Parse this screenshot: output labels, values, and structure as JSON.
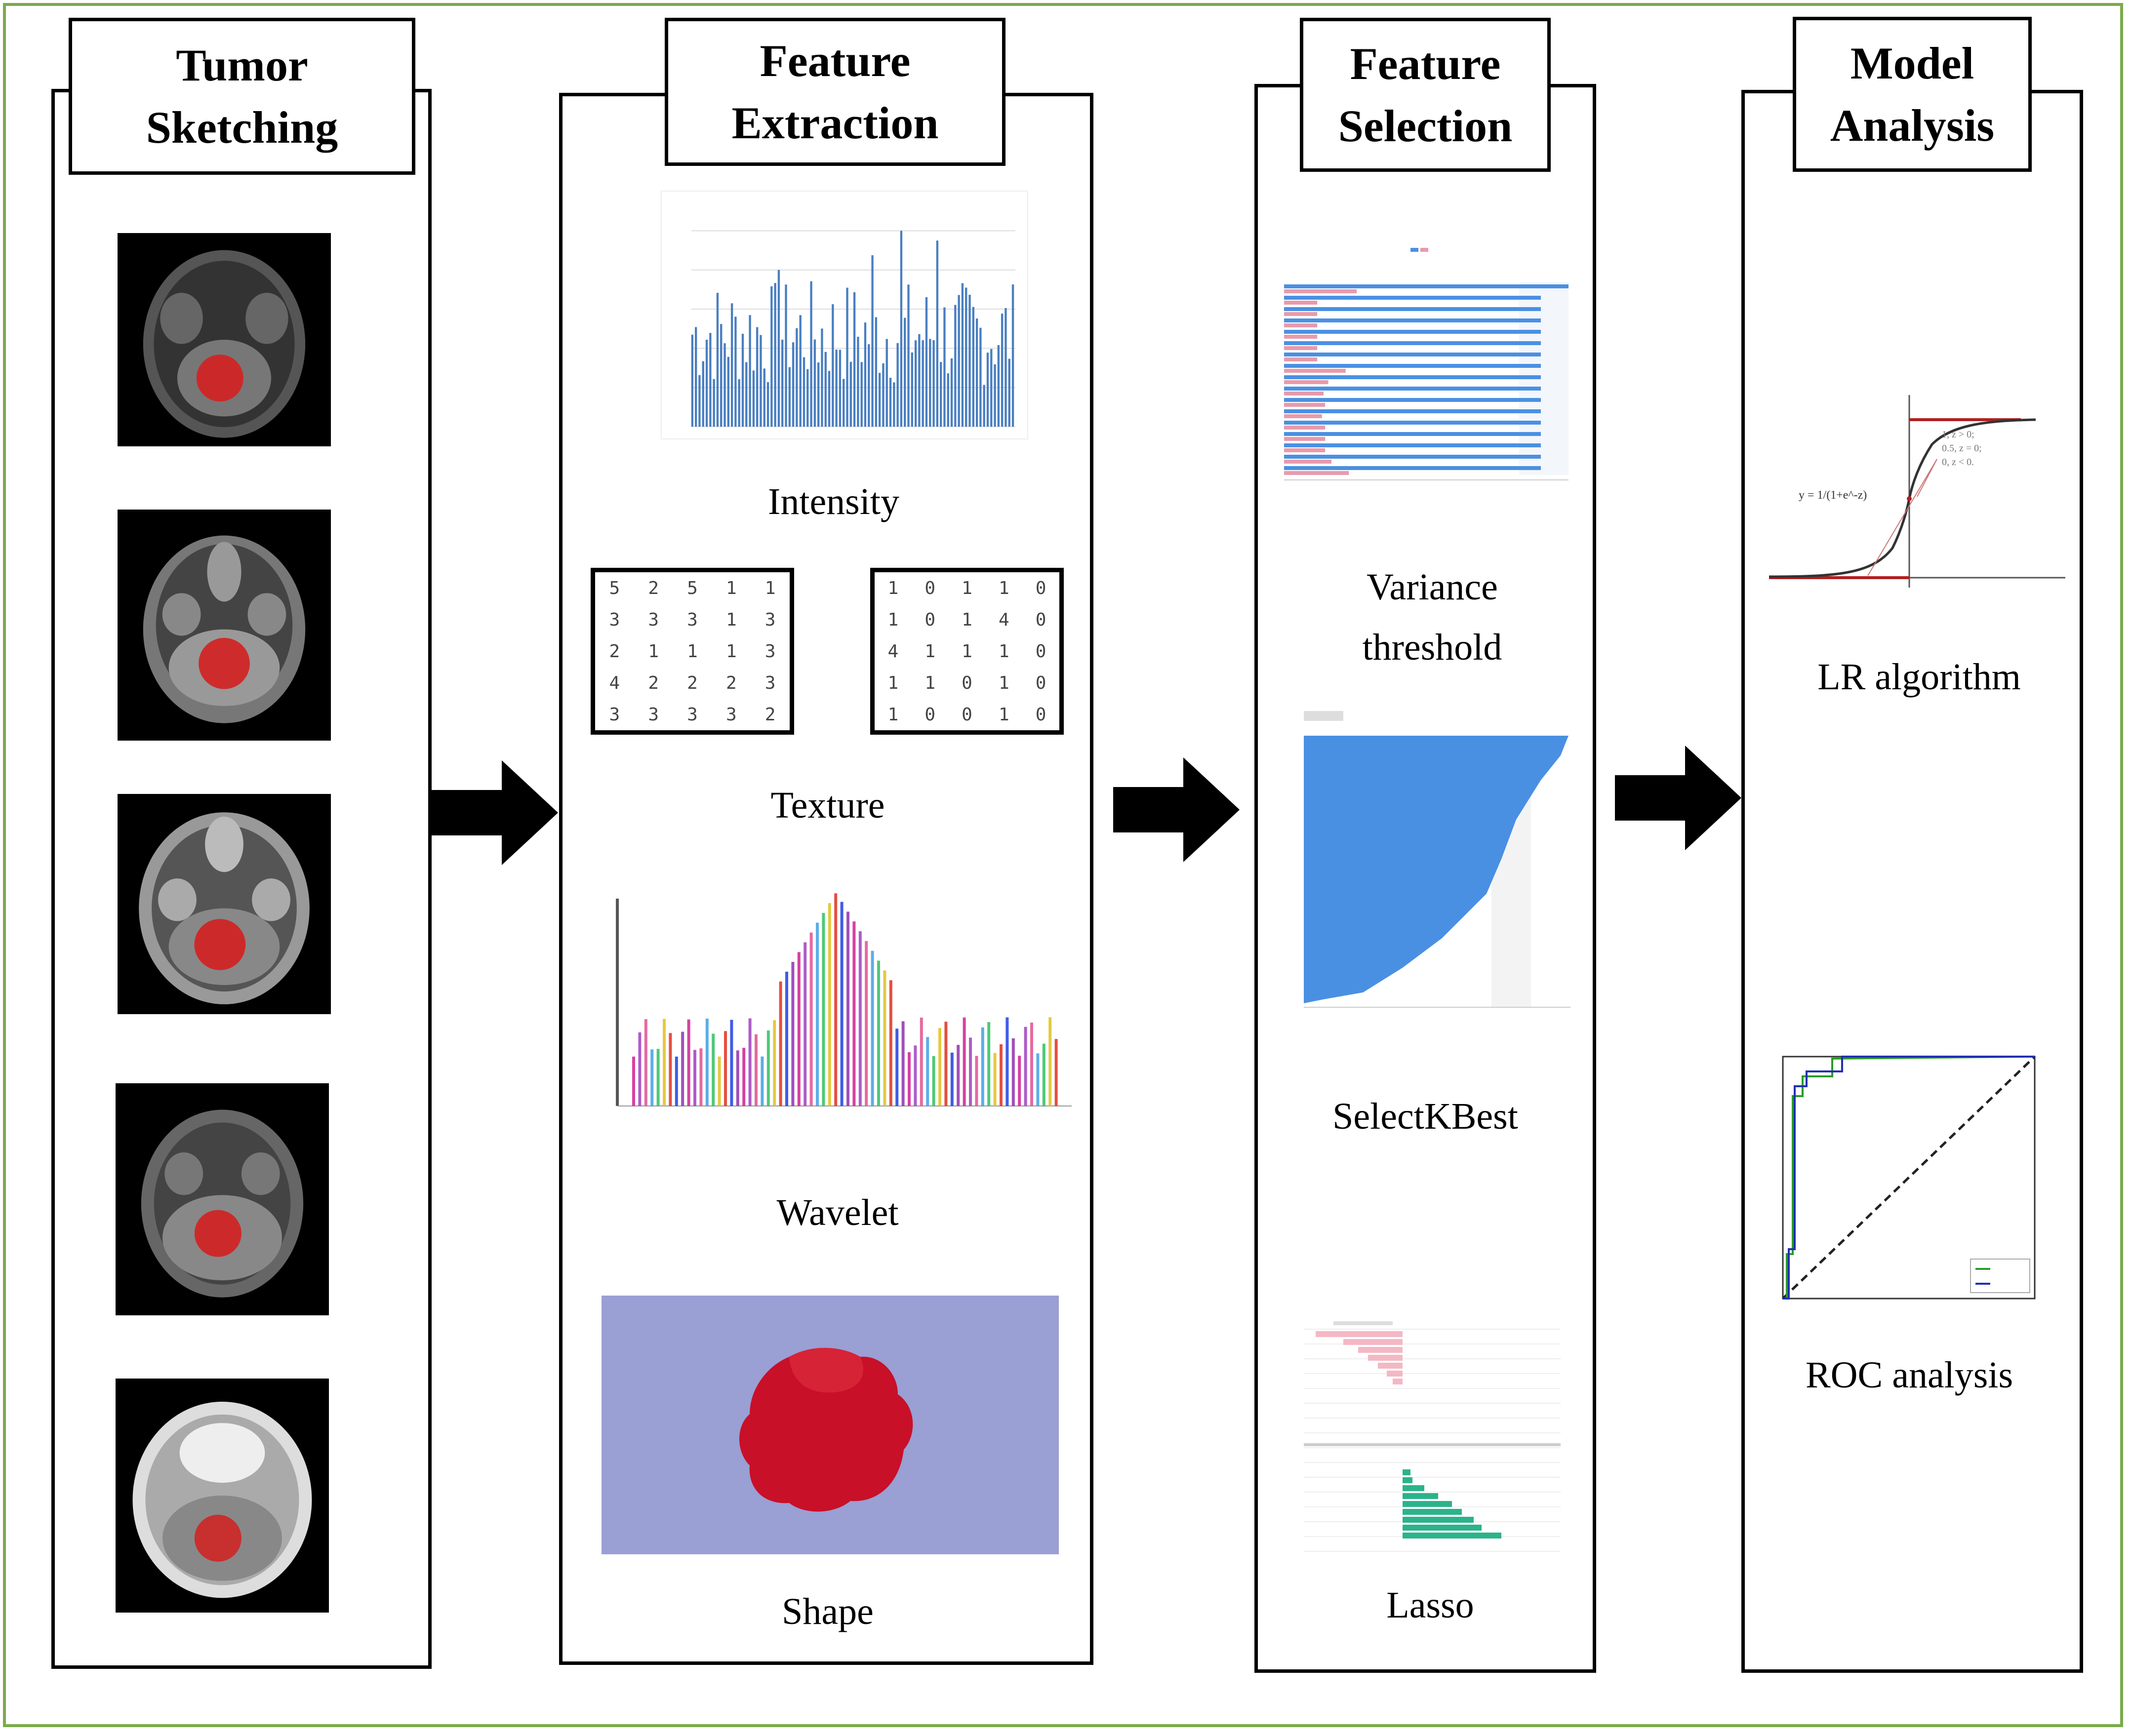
{
  "stages": [
    {
      "title_line1": "Tumor",
      "title_line2": "Sketching"
    },
    {
      "title_line1": "Feature",
      "title_line2": "Extraction"
    },
    {
      "title_line1": "Feature",
      "title_line2": "Selection"
    },
    {
      "title_line1": "Model",
      "title_line2": "Analysis"
    }
  ],
  "extraction": {
    "intensity": "Intensity",
    "texture": "Texture",
    "wavelet": "Wavelet",
    "shape": "Shape"
  },
  "selection": {
    "variance_line1": "Variance",
    "variance_line2": "threshold",
    "selectkbest": "SelectKBest",
    "lasso": "Lasso"
  },
  "analysis": {
    "lr": "LR algorithm",
    "roc": "ROC analysis"
  },
  "texture_matrix_left": [
    [
      "5",
      "2",
      "5",
      "1",
      "1"
    ],
    [
      "3",
      "3",
      "3",
      "1",
      "3"
    ],
    [
      "2",
      "1",
      "1",
      "1",
      "3"
    ],
    [
      "4",
      "2",
      "2",
      "2",
      "3"
    ],
    [
      "3",
      "3",
      "3",
      "3",
      "2"
    ]
  ],
  "texture_matrix_right": [
    [
      "1",
      "0",
      "1",
      "1",
      "0"
    ],
    [
      "1",
      "0",
      "1",
      "4",
      "0"
    ],
    [
      "4",
      "1",
      "1",
      "1",
      "0"
    ],
    [
      "1",
      "1",
      "0",
      "1",
      "0"
    ],
    [
      "1",
      "0",
      "0",
      "1",
      "0"
    ]
  ],
  "sigmoid_formula": "y = 1/(1+e^-z)",
  "piecewise": [
    "1,  z > 0;",
    "0.5, z = 0;",
    "0,  z < 0."
  ],
  "colors": {
    "frame": "#7aab4b",
    "tumor": "#d42020",
    "bar_blue": "#4a90e2",
    "bar_pink": "#e89aab",
    "bar_green": "#2bb38a",
    "shape_bg": "#9a9fd4"
  }
}
